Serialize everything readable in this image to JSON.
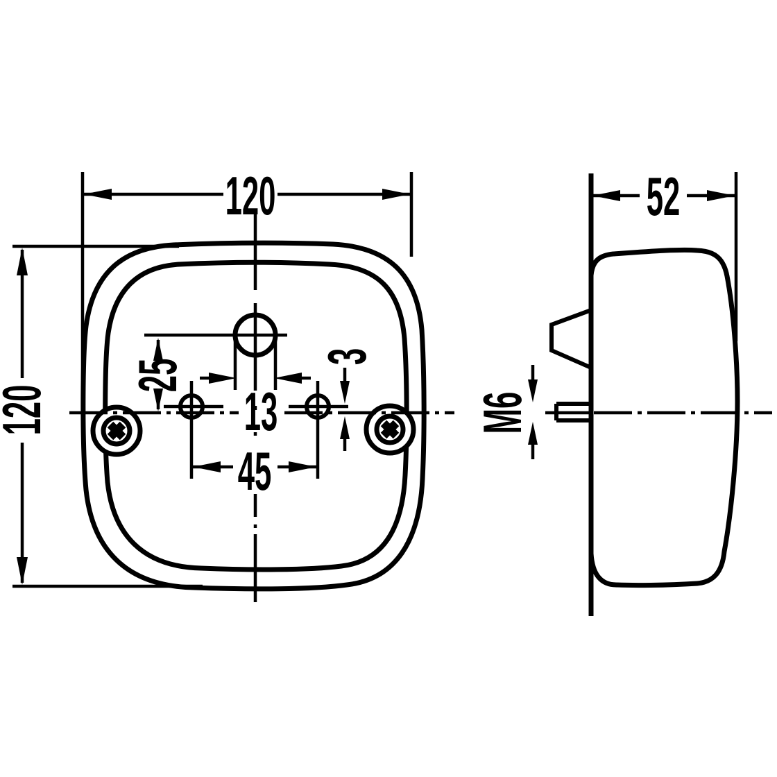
{
  "dims": {
    "width": "120",
    "height": "120",
    "depth": "52",
    "cable_hole_offset": "25",
    "cable_hole_diameter": "13",
    "axis_offset": "3",
    "hole_spacing": "45",
    "stud_thread": "M6"
  },
  "colors": {
    "ink": "#000000",
    "paper": "#ffffff"
  }
}
